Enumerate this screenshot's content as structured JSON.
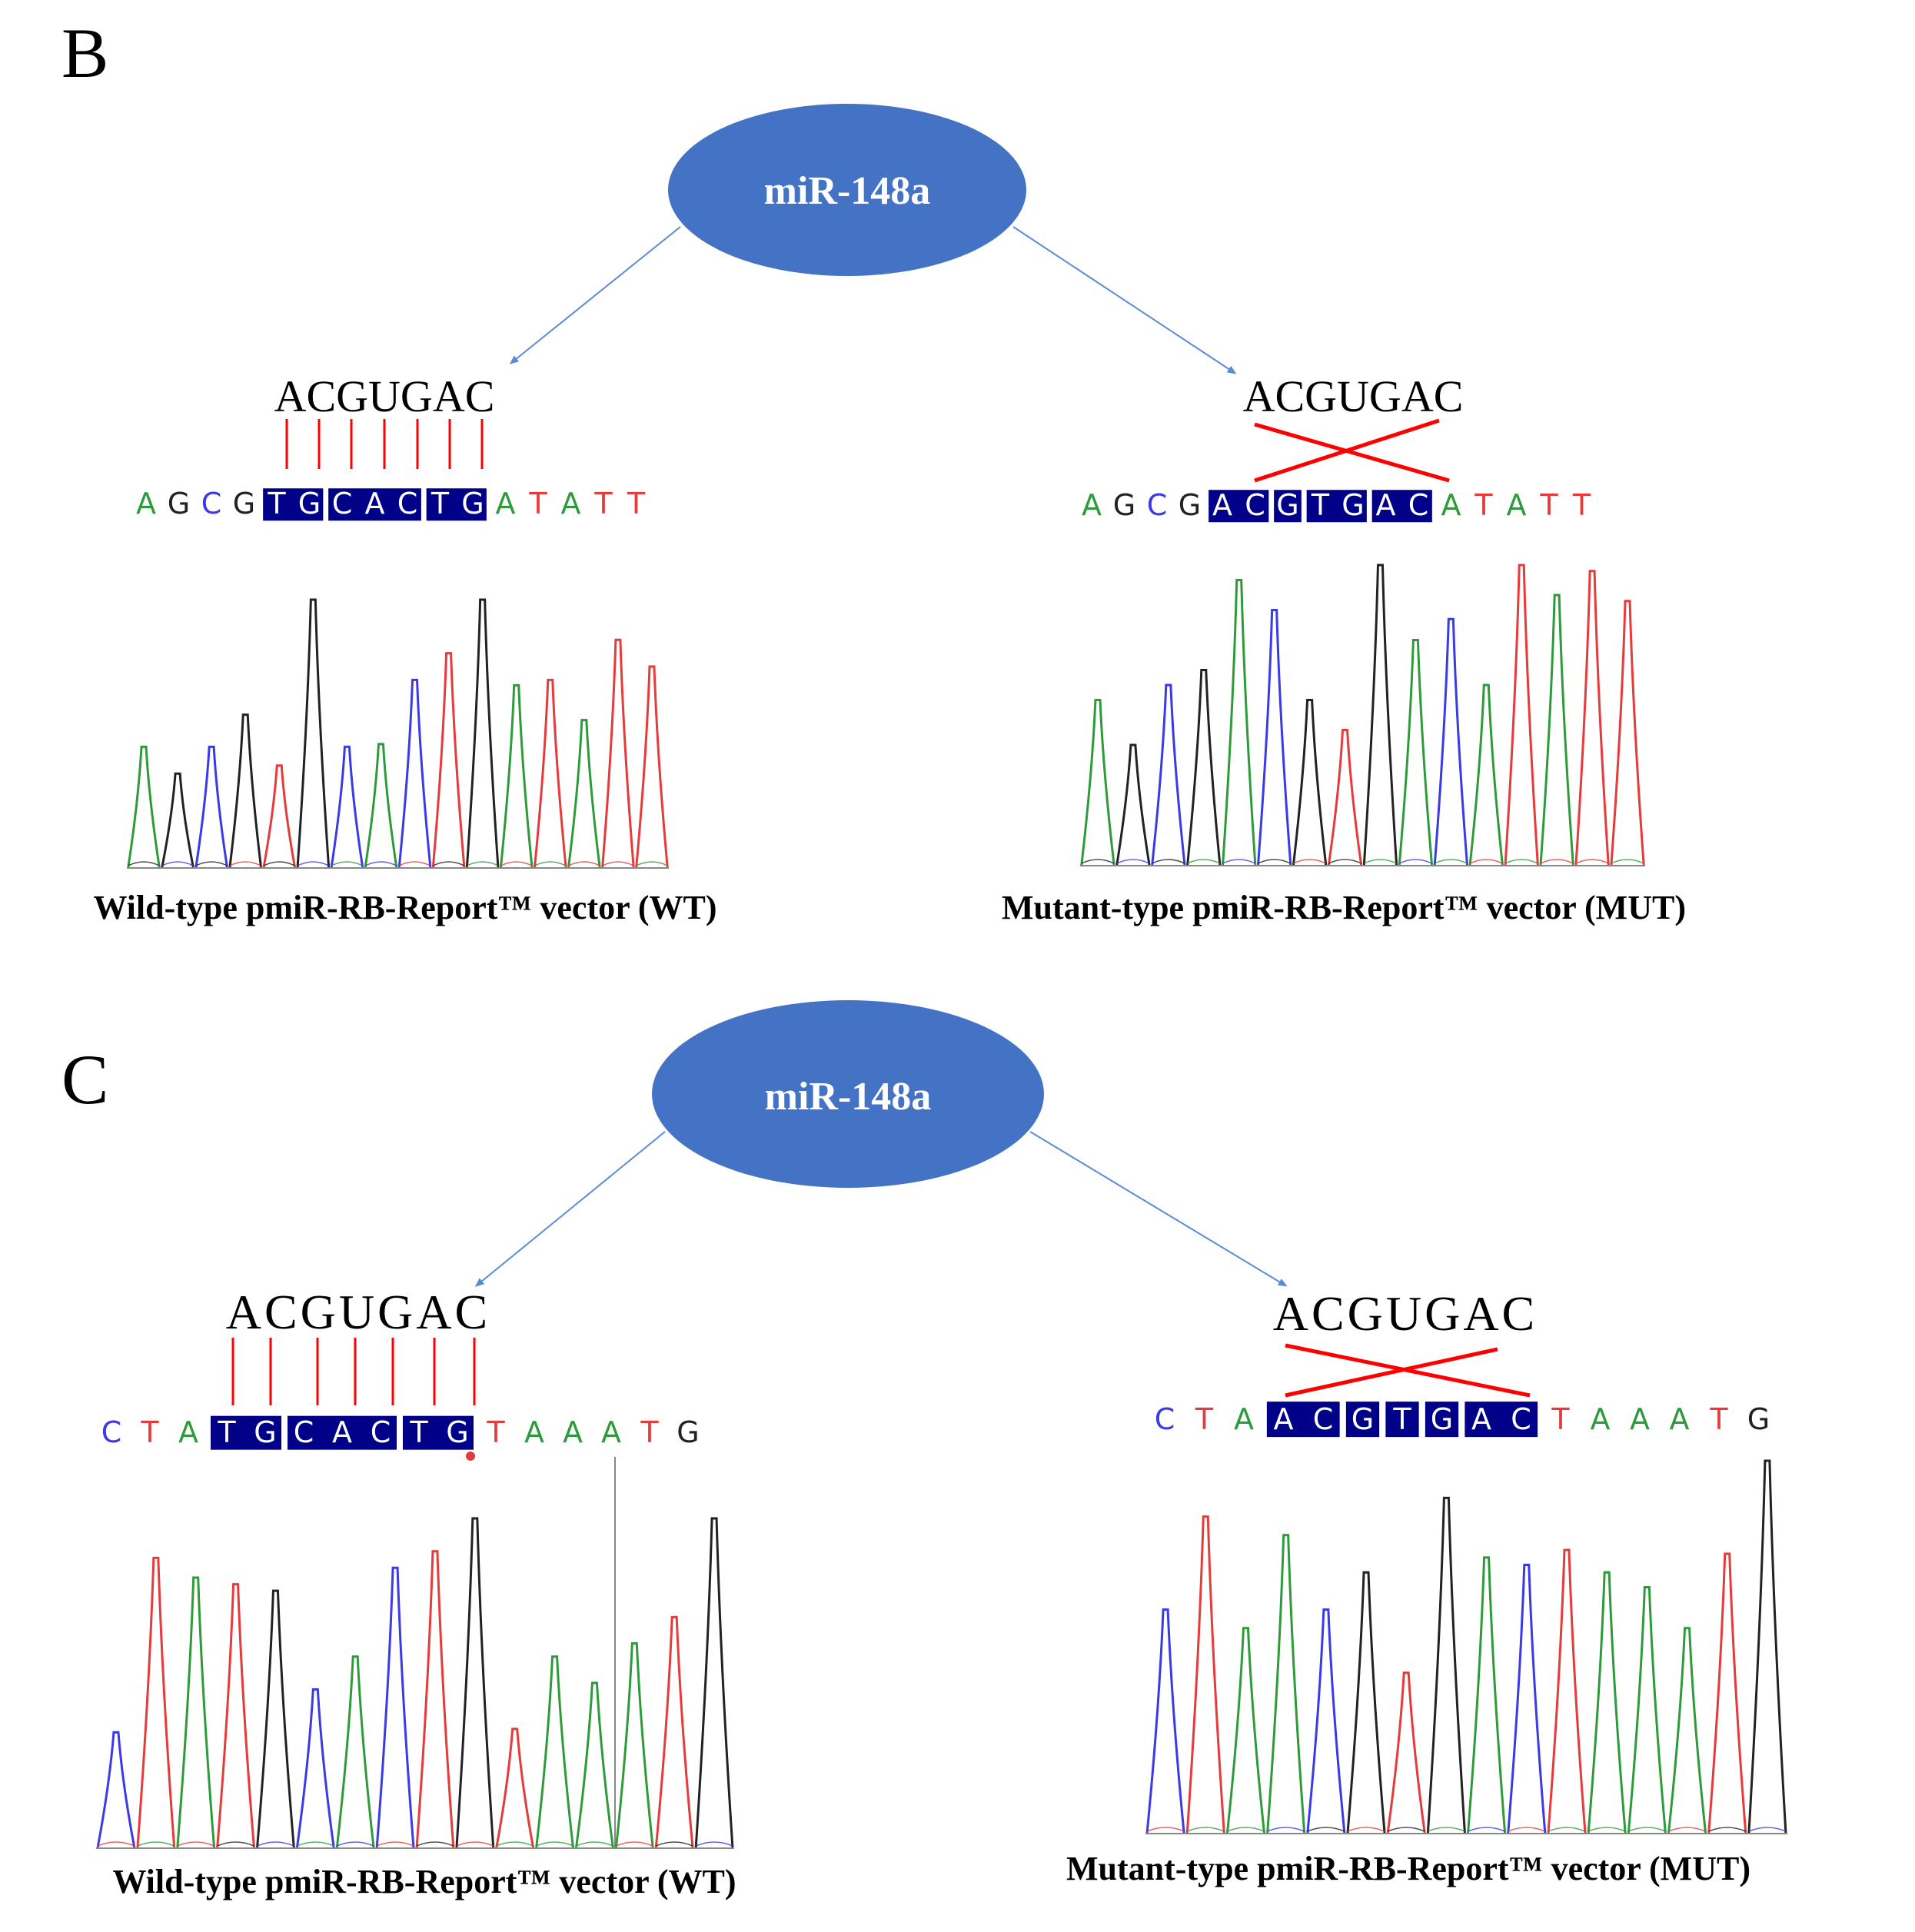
{
  "colors": {
    "A": "#2e9b3a",
    "C": "#3a3ae6",
    "G": "#222222",
    "T": "#e53b3b",
    "highlight_box": "#000088",
    "bubble": "#4472c4",
    "arrow": "#5b8bd6",
    "pairing_line": "#ff0000",
    "cross": "#ff0000"
  },
  "icons": [
    "arrow-icon",
    "cross-icon"
  ],
  "panels": [
    {
      "letter": "B",
      "mirna_label": "miR-148a",
      "wt": {
        "mirna_seq": "ACGUGAC",
        "bases": [
          "A",
          "G",
          "C",
          "G",
          "T",
          "G",
          "C",
          "A",
          "C",
          "T",
          "G",
          "A",
          "T",
          "A",
          "T",
          "T"
        ],
        "highlight_groups": [
          [
            4,
            5
          ],
          [
            6,
            7,
            8
          ],
          [
            9,
            10
          ]
        ],
        "trace_peak_heights": [
          0.45,
          0.35,
          0.45,
          0.57,
          0.38,
          1.0,
          0.45,
          0.46,
          0.7,
          0.8,
          1.0,
          0.68,
          0.7,
          0.55,
          0.85,
          0.75
        ],
        "caption": "Wild-type pmiR-RB-Report™ vector (WT)"
      },
      "mut": {
        "mirna_seq": "ACGUGAC",
        "bases": [
          "A",
          "G",
          "C",
          "G",
          "A",
          "C",
          "G",
          "T",
          "G",
          "A",
          "C",
          "A",
          "T",
          "A",
          "T",
          "T"
        ],
        "highlight_groups": [
          [
            4,
            5
          ],
          [
            6
          ],
          [
            7,
            8
          ],
          [
            9,
            10
          ]
        ],
        "trace_peak_heights": [
          0.55,
          0.4,
          0.6,
          0.65,
          0.95,
          0.85,
          0.55,
          0.45,
          1.0,
          0.75,
          0.82,
          0.6,
          1.0,
          0.9,
          0.98,
          0.88
        ],
        "caption": "Mutant-type pmiR-RB-Report™ vector (MUT)"
      }
    },
    {
      "letter": "C",
      "mirna_label": "miR-148a",
      "wt": {
        "mirna_seq": "ACGUGAC",
        "bases": [
          "C",
          "T",
          "A",
          "T",
          "G",
          "C",
          "A",
          "C",
          "T",
          "G",
          "T",
          "A",
          "A",
          "A",
          "T",
          "G"
        ],
        "highlight_groups": [
          [
            3,
            4
          ],
          [
            5,
            6,
            7
          ],
          [
            8,
            9
          ]
        ],
        "trace_peak_heights": [
          0.35,
          0.88,
          0.82,
          0.8,
          0.78,
          0.48,
          0.58,
          0.85,
          0.9,
          1.0,
          0.36,
          0.58,
          0.5,
          0.62,
          0.7,
          1.0
        ],
        "caption": "Wild-type pmiR-RB-Report™ vector (WT)"
      },
      "mut": {
        "mirna_seq": "ACGUGAC",
        "bases": [
          "C",
          "T",
          "A",
          "A",
          "C",
          "G",
          "T",
          "G",
          "A",
          "C",
          "T",
          "A",
          "A",
          "A",
          "T",
          "G"
        ],
        "highlight_groups": [
          [
            3,
            4
          ],
          [
            5
          ],
          [
            6
          ],
          [
            7
          ],
          [
            8,
            9
          ]
        ],
        "trace_peak_heights": [
          0.6,
          0.85,
          0.55,
          0.8,
          0.6,
          0.7,
          0.43,
          0.9,
          0.74,
          0.72,
          0.76,
          0.7,
          0.66,
          0.55,
          0.75,
          1.0
        ],
        "caption": "Mutant-type pmiR-RB-Report™ vector (MUT)"
      }
    }
  ]
}
